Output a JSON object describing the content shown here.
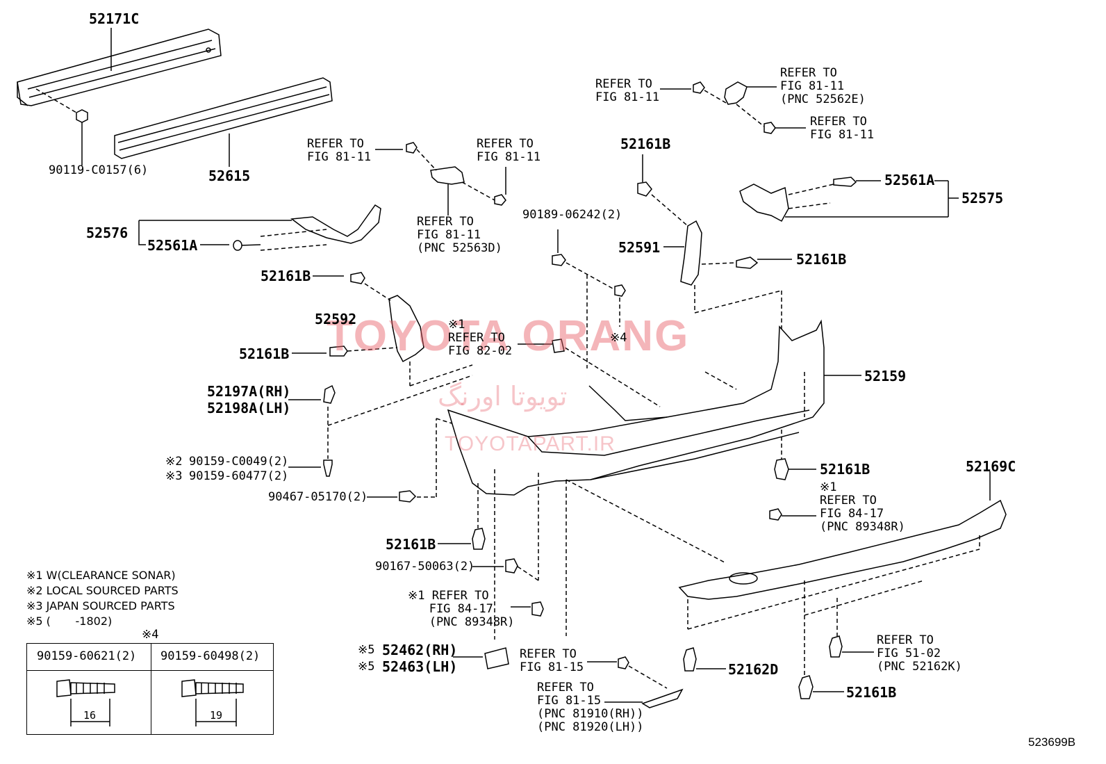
{
  "watermark": {
    "brand": "TOYOTA ORANG",
    "persian": "تویوتا اورنگ",
    "site": "TOYOTAPART.IR"
  },
  "figure_number": "523699B",
  "part_numbers": {
    "p52171C": "52171C",
    "p90119": "90119-C0157(6)",
    "p52615": "52615",
    "p52576": "52576",
    "p52561A_left": "52561A",
    "p52161B_a": "52161B",
    "p52592": "52592",
    "p52161B_b": "52161B",
    "p52197A": "52197A(RH)",
    "p52198A": "52198A(LH)",
    "p90159_c0049": "90159-C0049(2)",
    "p90159_60477": "90159-60477(2)",
    "mark2": "※2",
    "mark3": "※3",
    "p90467": "90467-05170(2)",
    "p52161B_c": "52161B",
    "p90167": "90167-50063(2)",
    "p52462": "52462(RH)",
    "p52463": "52463(LH)",
    "mark5a": "※5",
    "mark5b": "※5",
    "p90189": "90189-06242(2)",
    "p52161B_top": "52161B",
    "p52591": "52591",
    "p52161B_right": "52161B",
    "p52561A_right": "52561A",
    "p52575": "52575",
    "p52159": "52159",
    "p52161B_d": "52161B",
    "p52169C": "52169C",
    "p52162D": "52162D",
    "p52161B_e": "52161B",
    "mark4": "※4"
  },
  "refer_labels": {
    "r1": "REFER TO\nFIG 81-11",
    "r2": "REFER TO\nFIG 81-11",
    "r3": "REFER TO\nFIG 81-11\n(PNC 52563D)",
    "r4": "REFER TO\nFIG 81-11",
    "r5": "REFER TO\nFIG 81-11\n(PNC 52562E)",
    "r6": "REFER TO\nFIG 81-11",
    "r7": "※1\nREFER TO\nFIG 82-02",
    "r8": "※1\nREFER TO\nFIG 84-17\n(PNC 89348R)",
    "r9": "※1 REFER TO\n   FIG 84-17\n   (PNC 89348R)",
    "r10": "REFER TO\nFIG 81-15",
    "r11": "REFER TO\nFIG 81-15\n(PNC 81910(RH))\n(PNC 81920(LH))",
    "r12": "REFER TO\nFIG 51-02\n(PNC 52162K)"
  },
  "notes": {
    "n1": "※1 W(CLEARANCE SONAR)",
    "n2": "※2 LOCAL SOURCED PARTS",
    "n3": "※3 JAPAN SOURCED PARTS",
    "n5": "※5 (       -1802)"
  },
  "table": {
    "mark": "※4",
    "col1": "90159-60621(2)",
    "col2": "90159-60498(2)",
    "dim1": "16",
    "dim2": "19"
  }
}
